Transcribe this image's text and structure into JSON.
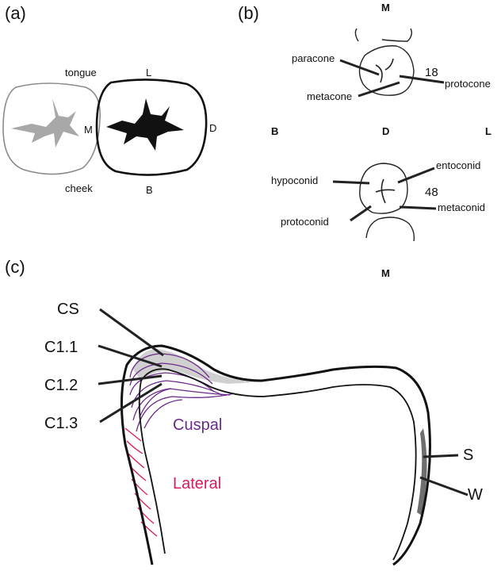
{
  "panels": {
    "a": {
      "label": "(a)",
      "tongue": "tongue",
      "cheek": "cheek",
      "m": "M",
      "l": "L",
      "d": "D",
      "b": "B"
    },
    "b": {
      "label": "(b)",
      "top_m": "M",
      "paracone": "paracone",
      "metacone": "metacone",
      "protocone": "protocone",
      "tooth_upper": "18",
      "b": "B",
      "d": "D",
      "l": "L",
      "hypoconid": "hypoconid",
      "entoconid": "entoconid",
      "protoconid": "protoconid",
      "metaconid": "metaconid",
      "tooth_lower": "48",
      "bottom_m": "M"
    },
    "c": {
      "label": "(c)",
      "cs": "CS",
      "c11": "C1.1",
      "c12": "C1.2",
      "c13": "C1.3",
      "cuspal": "Cuspal",
      "lateral": "Lateral",
      "s": "S",
      "w": "W"
    }
  },
  "colors": {
    "cuspal": "#6b2a8a",
    "lateral": "#d81b60",
    "grey_tooth": "#9e9e9e"
  }
}
